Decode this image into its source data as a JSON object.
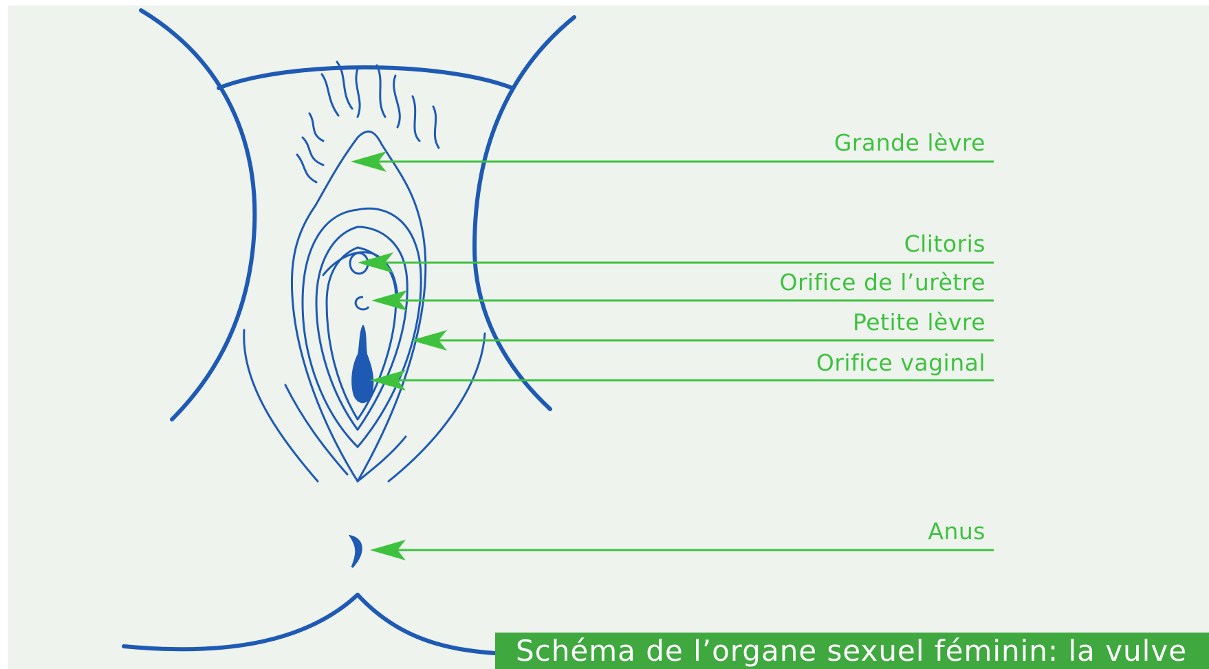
{
  "labels": {
    "grande_levre": "Grande lèvre",
    "clitoris": "Clitoris",
    "orifice_uretre": "Orifice de l’urètre",
    "petite_levre": "Petite lèvre",
    "orifice_vaginal": "Orifice vaginal",
    "anus": "Anus"
  },
  "caption": "Schéma de l’organe sexuel féminin: la vulve",
  "colors": {
    "background": "#eef3ee",
    "outline": "#1e5ab4",
    "label_green": "#3ec23e",
    "caption_bg": "#3fa93f",
    "caption_text": "#ffffff"
  }
}
